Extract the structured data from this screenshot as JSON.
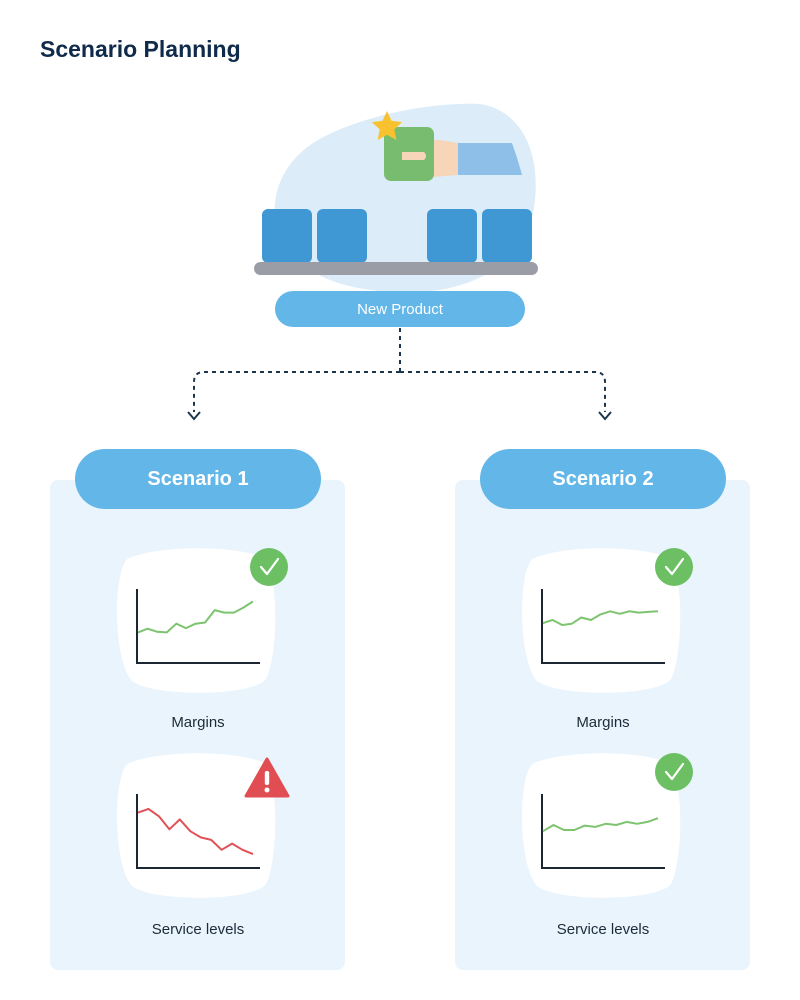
{
  "title": "Scenario Planning",
  "hero": {
    "label": "New Product",
    "colors": {
      "blob": "#dcecf8",
      "box": "#3f97d4",
      "belt": "#9a9ca6",
      "product": "#78bd6f",
      "star": "#f8c22f",
      "sleeve": "#8ebfe8",
      "hand": "#f6d5b8"
    }
  },
  "scenarios": [
    {
      "title": "Scenario 1",
      "metrics": [
        {
          "label": "Margins",
          "status": "check-icon",
          "trend": [
            0.5,
            0.56,
            0.51,
            0.5,
            0.64,
            0.57,
            0.64,
            0.66,
            0.86,
            0.82,
            0.82,
            0.9,
            1.0
          ]
        },
        {
          "label": "Service levels",
          "status": "warning-icon",
          "trend": [
            0.9,
            0.96,
            0.84,
            0.63,
            0.79,
            0.6,
            0.5,
            0.46,
            0.3,
            0.4,
            0.3,
            0.23
          ]
        }
      ]
    },
    {
      "title": "Scenario 2",
      "metrics": [
        {
          "label": "Margins",
          "status": "check-icon",
          "trend": [
            0.65,
            0.7,
            0.62,
            0.64,
            0.74,
            0.7,
            0.79,
            0.84,
            0.8,
            0.84,
            0.82,
            0.83,
            0.84
          ]
        },
        {
          "label": "Service levels",
          "status": "check-icon",
          "trend": [
            0.6,
            0.7,
            0.62,
            0.62,
            0.69,
            0.67,
            0.72,
            0.7,
            0.75,
            0.72,
            0.75,
            0.81
          ]
        }
      ]
    }
  ],
  "status_colors": {
    "good": "#6cc063",
    "bad": "#e04e53",
    "good_line": "#7cc46e",
    "bad_line": "#e05257",
    "axis": "#1d2733"
  }
}
